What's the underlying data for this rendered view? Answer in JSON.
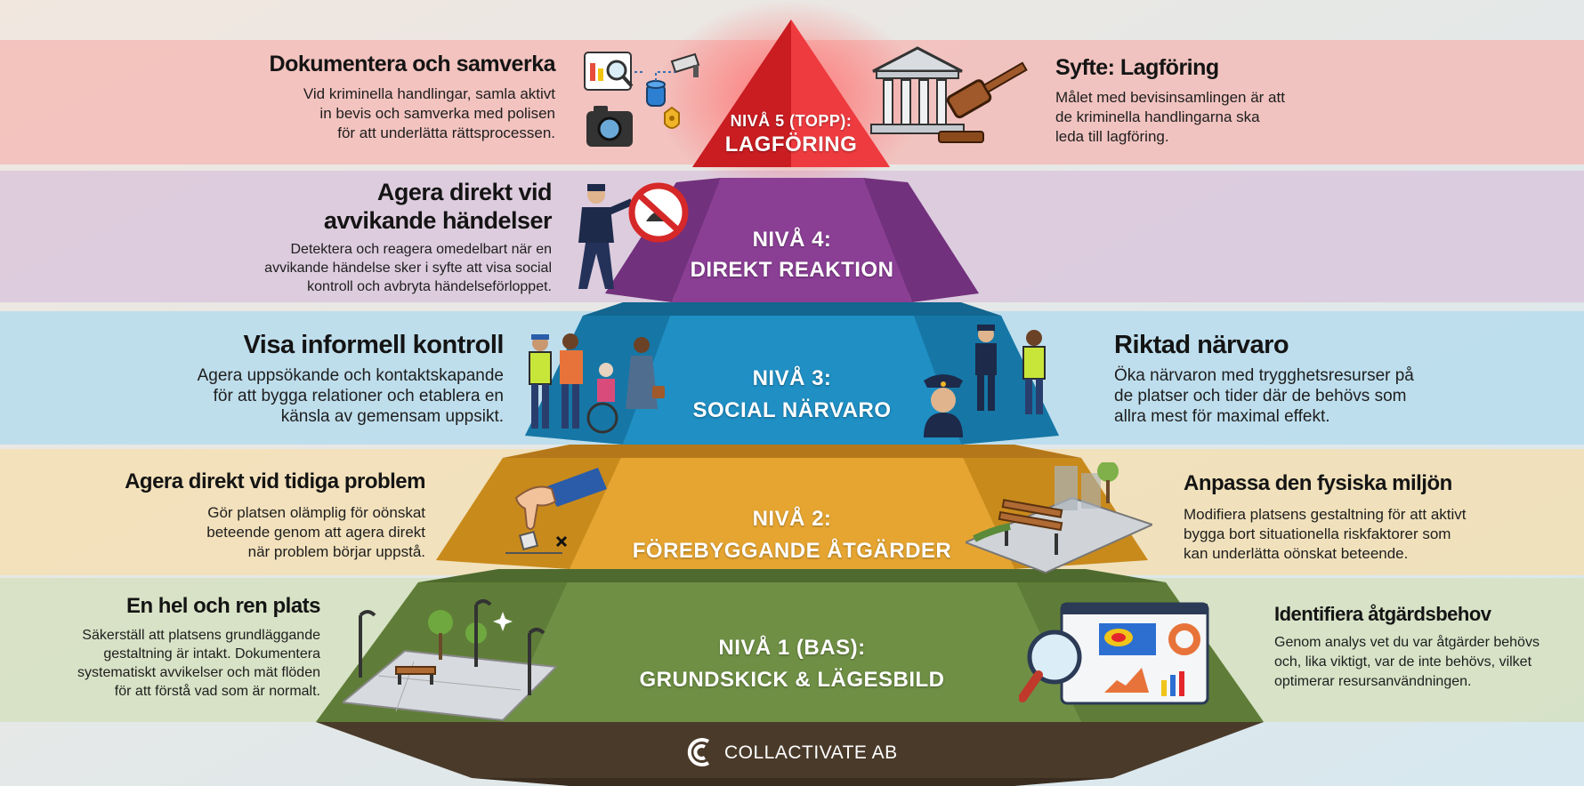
{
  "levels": [
    {
      "id": "5",
      "title_line1": "NIVÅ 5 (TOPP):",
      "title_line2": "LAGFÖRING",
      "color": "#e3262b",
      "left": {
        "heading": "Dokumentera och samverka",
        "body": [
          "Vid kriminella handlingar, samla aktivt",
          "in bevis och samverka med polisen",
          "för att underlätta rättsprocessen."
        ]
      },
      "right": {
        "heading": "Syfte: Lagföring",
        "body": [
          "Målet med bevisinsamlingen är att",
          "de kriminella handlingarna ska",
          "leda till lagföring."
        ]
      }
    },
    {
      "id": "4",
      "title_line1": "NIVÅ 4:",
      "title_line2": "DIREKT REAKTION",
      "color": "#8a3f94",
      "left": {
        "heading_line1": "Agera direkt vid",
        "heading_line2": "avvikande händelser",
        "body": [
          "Detektera och reagera omedelbart när en",
          "avvikande händelse sker i syfte att visa social",
          "kontroll och avbryta händelseförloppet."
        ]
      }
    },
    {
      "id": "3",
      "title_line1": "NIVÅ 3:",
      "title_line2": "SOCIAL NÄRVARO",
      "color": "#1f8fc4",
      "left": {
        "heading": "Visa informell kontroll",
        "body": [
          "Agera uppsökande och kontaktskapande",
          "för att bygga relationer och etablera en",
          "känsla av gemensam uppsikt."
        ]
      },
      "right": {
        "heading": "Riktad närvaro",
        "body": [
          "Öka närvaron med trygghetsresurser på",
          "de platser och tider där de behövs som",
          "allra mest för maximal effekt."
        ]
      }
    },
    {
      "id": "2",
      "title_line1": "NIVÅ 2:",
      "title_line2": "FÖREBYGGANDE ÅTGÄRDER",
      "color": "#e6a531",
      "left": {
        "heading": "Agera direkt vid tidiga problem",
        "body": [
          "Gör platsen olämplig för oönskat",
          "beteende genom att agera direkt",
          "när problem börjar uppstå."
        ]
      },
      "right": {
        "heading": "Anpassa den fysiska miljön",
        "body": [
          "Modifiera platsens gestaltning för att aktivt",
          "bygga bort situationella riskfaktorer som",
          "kan underlätta oönskat beteende."
        ]
      }
    },
    {
      "id": "1",
      "title_line1": "NIVÅ 1 (BAS):",
      "title_line2": "GRUNDSKICK & LÄGESBILD",
      "color": "#6f8f45",
      "left": {
        "heading": "En hel och ren plats",
        "body": [
          "Säkerställ att platsens grundläggande",
          "gestaltning är intakt. Dokumentera",
          "systematiskt avvikelser och mät flöden",
          "för att förstå vad som är normalt."
        ]
      },
      "right": {
        "heading": "Identifiera åtgärdsbehov",
        "body": [
          "Genom analys vet du var åtgärder behövs",
          "och, lika viktigt, var de inte behövs, vilket",
          "optimerar resursanvändningen."
        ]
      }
    }
  ],
  "brand": {
    "name": "COLLACTIVATE AB"
  },
  "icons": [
    "evidence-collage-icon",
    "courthouse-gavel-icon",
    "guard-stop-sign-icon",
    "community-people-icon",
    "guards-presence-icon",
    "hand-removing-litter-icon",
    "park-bench-scene-icon",
    "park-paths-icon",
    "analytics-dashboard-icon",
    "collactivate-logo-icon"
  ]
}
